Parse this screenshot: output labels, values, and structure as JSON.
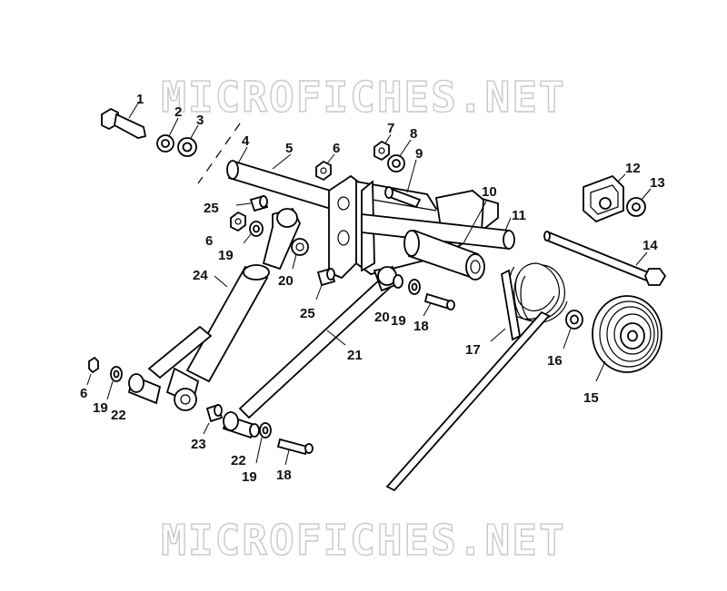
{
  "watermark": {
    "top_text": "MICROFICHES.NET",
    "bottom_text": "MICROFICHES.NET",
    "color": "#c9c9c9"
  },
  "diagram": {
    "stroke_color": "#000000",
    "background": "#ffffff",
    "labels": {
      "1": "1",
      "2": "2",
      "3": "3",
      "4": "4",
      "5": "5",
      "6a": "6",
      "6b": "6",
      "6c": "6",
      "7": "7",
      "8": "8",
      "9": "9",
      "10": "10",
      "11": "11",
      "12": "12",
      "13": "13",
      "14": "14",
      "15": "15",
      "16": "16",
      "17": "17",
      "18a": "18",
      "18b": "18",
      "19a": "19",
      "19b": "19",
      "19c": "19",
      "19d": "19",
      "20a": "20",
      "20b": "20",
      "21": "21",
      "22a": "22",
      "22b": "22",
      "23": "23",
      "24": "24",
      "25a": "25",
      "25b": "25"
    }
  }
}
